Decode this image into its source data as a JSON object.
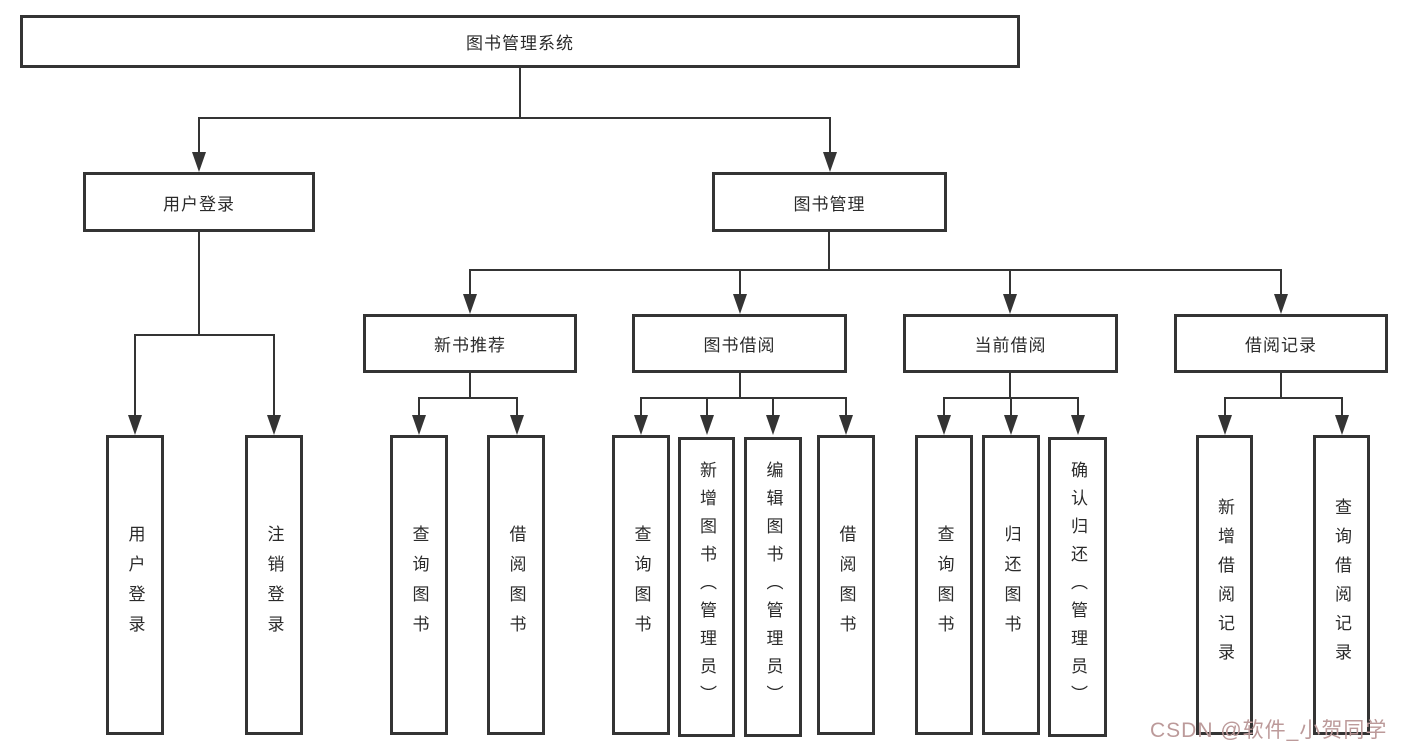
{
  "diagram_title": "图书管理系统",
  "colors": {
    "line": "#343434",
    "box_border": "#343434",
    "text": "#2b2b2b",
    "watermark": "#bc9a9a",
    "background": "#ffffff"
  },
  "nodes": {
    "root": {
      "label": "图书管理系统"
    },
    "user_login": {
      "label": "用户登录"
    },
    "book_mgmt": {
      "label": "图书管理"
    },
    "new_book_rec": {
      "label": "新书推荐"
    },
    "book_borrow": {
      "label": "图书借阅"
    },
    "current_borrow": {
      "label": "当前借阅"
    },
    "borrow_records": {
      "label": "借阅记录"
    }
  },
  "leaves": {
    "login": {
      "label": "用户登录",
      "parent": "用户登录"
    },
    "logout": {
      "label": "注销登录",
      "parent": "用户登录"
    },
    "rec_query_books": {
      "label": "查询图书",
      "parent": "新书推荐"
    },
    "rec_borrow_books": {
      "label": "借阅图书",
      "parent": "新书推荐"
    },
    "bb_query_books": {
      "label": "查询图书",
      "parent": "图书借阅"
    },
    "bb_add_books": {
      "label": "新增图书（管理员）",
      "parent": "图书借阅"
    },
    "bb_edit_books": {
      "label": "编辑图书（管理员）",
      "parent": "图书借阅"
    },
    "bb_borrow_books": {
      "label": "借阅图书",
      "parent": "图书借阅"
    },
    "cb_query_books": {
      "label": "查询图书",
      "parent": "当前借阅"
    },
    "cb_return_books": {
      "label": "归还图书",
      "parent": "当前借阅"
    },
    "cb_confirm_return": {
      "label": "确认归还（管理员）",
      "parent": "当前借阅"
    },
    "br_add_record": {
      "label": "新增借阅记录",
      "parent": "借阅记录"
    },
    "br_query_record": {
      "label": "查询借阅记录",
      "parent": "借阅记录"
    }
  },
  "watermark": {
    "text": "CSDN @软件_小贺同学"
  }
}
